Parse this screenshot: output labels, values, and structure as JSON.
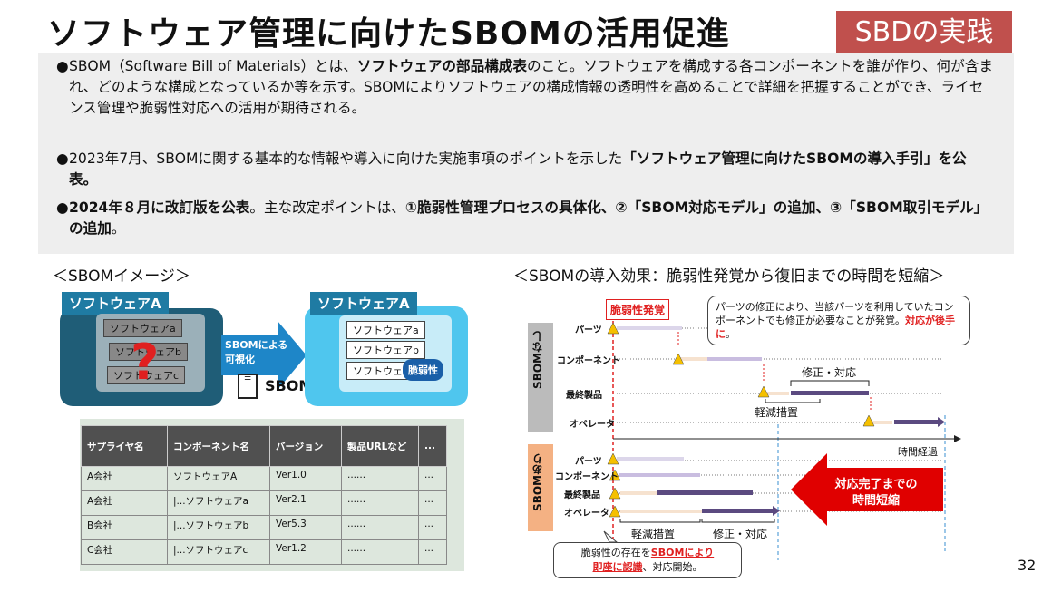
{
  "header": {
    "title": "ソフトウェア管理に向けたSBOMの活用促進",
    "tag": "SBDの実践"
  },
  "bullets": [
    {
      "pre": "SBOM（Software Bill of Materials）とは、",
      "bold": "ソフトウェアの部品構成表",
      "post": "のこと。ソフトウェアを構成する各コンポーネントを誰が作り、何が含まれ、どのような構成となっているか等を示す。SBOMによりソフトウェアの構成情報の透明性を高めることで詳細を把握することができ、ライセンス管理や脆弱性対応への活用が期待される。"
    },
    {
      "pre": "2023年7月、SBOMに関する基本的な情報や導入に向けた実施事項のポイントを示した",
      "bold": "「ソフトウェア管理に向けたSBOMの導入手引」を公表。",
      "post": ""
    },
    {
      "pre": "",
      "bold": "2024年８月に改訂版を公表",
      "mid": "。主な改定ポイントは、",
      "bold2": "①脆弱性管理プロセスの具体化、②「SBOM対応モデル」の追加、③「SBOM取引モデル」の追加",
      "post": "。"
    }
  ],
  "left": {
    "heading": "＜SBOMイメージ＞",
    "box_a": "ソフトウェアA",
    "box_b": "ソフトウェアA",
    "comps_left": [
      "ソフトウェアa",
      "ソフトウェアb",
      "ソフトウェアc"
    ],
    "comps_right": [
      "ソフトウェアa",
      "ソフトウェアb",
      "ソフトウェアc"
    ],
    "vuln": "脆弱性",
    "arrow_text": "SBOMによる可視化",
    "sbom_label": "SBOM",
    "question": "?",
    "table": {
      "headers": [
        "サプライヤ名",
        "コンポーネント名",
        "バージョン",
        "製品URLなど",
        "..."
      ],
      "rows": [
        [
          "A会社",
          "ソフトウェアA",
          "Ver1.0",
          "......",
          "..."
        ],
        [
          "A会社",
          "|...ソフトウェアa",
          "Ver2.1",
          "......",
          "..."
        ],
        [
          "B会社",
          "|...ソフトウェアb",
          "Ver5.3",
          "......",
          "..."
        ],
        [
          "C会社",
          "|...ソフトウェアc",
          "Ver1.2",
          "......",
          "..."
        ]
      ]
    }
  },
  "right": {
    "heading": "＜SBOMの導入効果：脆弱性発覚から復旧までの時間を短縮＞",
    "vuln_found": "脆弱性発覚",
    "callout_top": "パーツの修正により、当該パーツを利用していたコンポーネントでも修正が必要なことが発覚。",
    "callout_top_red": "対応が後手に",
    "callout_top_end": "。",
    "without": "SBOMなし",
    "with": "SBOMあり",
    "rows": [
      "パーツ",
      "コンポーネント",
      "最終製品",
      "オペレータ"
    ],
    "fix": "修正・対応",
    "mitigate": "軽減措置",
    "elapsed": "時間経過",
    "shorten_line1": "対応完了までの",
    "shorten_line2": "時間短縮",
    "callout_bottom_pre": "脆弱性の存在を",
    "callout_bottom_red1": "SBOMにより",
    "callout_bottom_red2": "即座に認識",
    "callout_bottom_post": "、対応開始。"
  },
  "page_number": "32"
}
